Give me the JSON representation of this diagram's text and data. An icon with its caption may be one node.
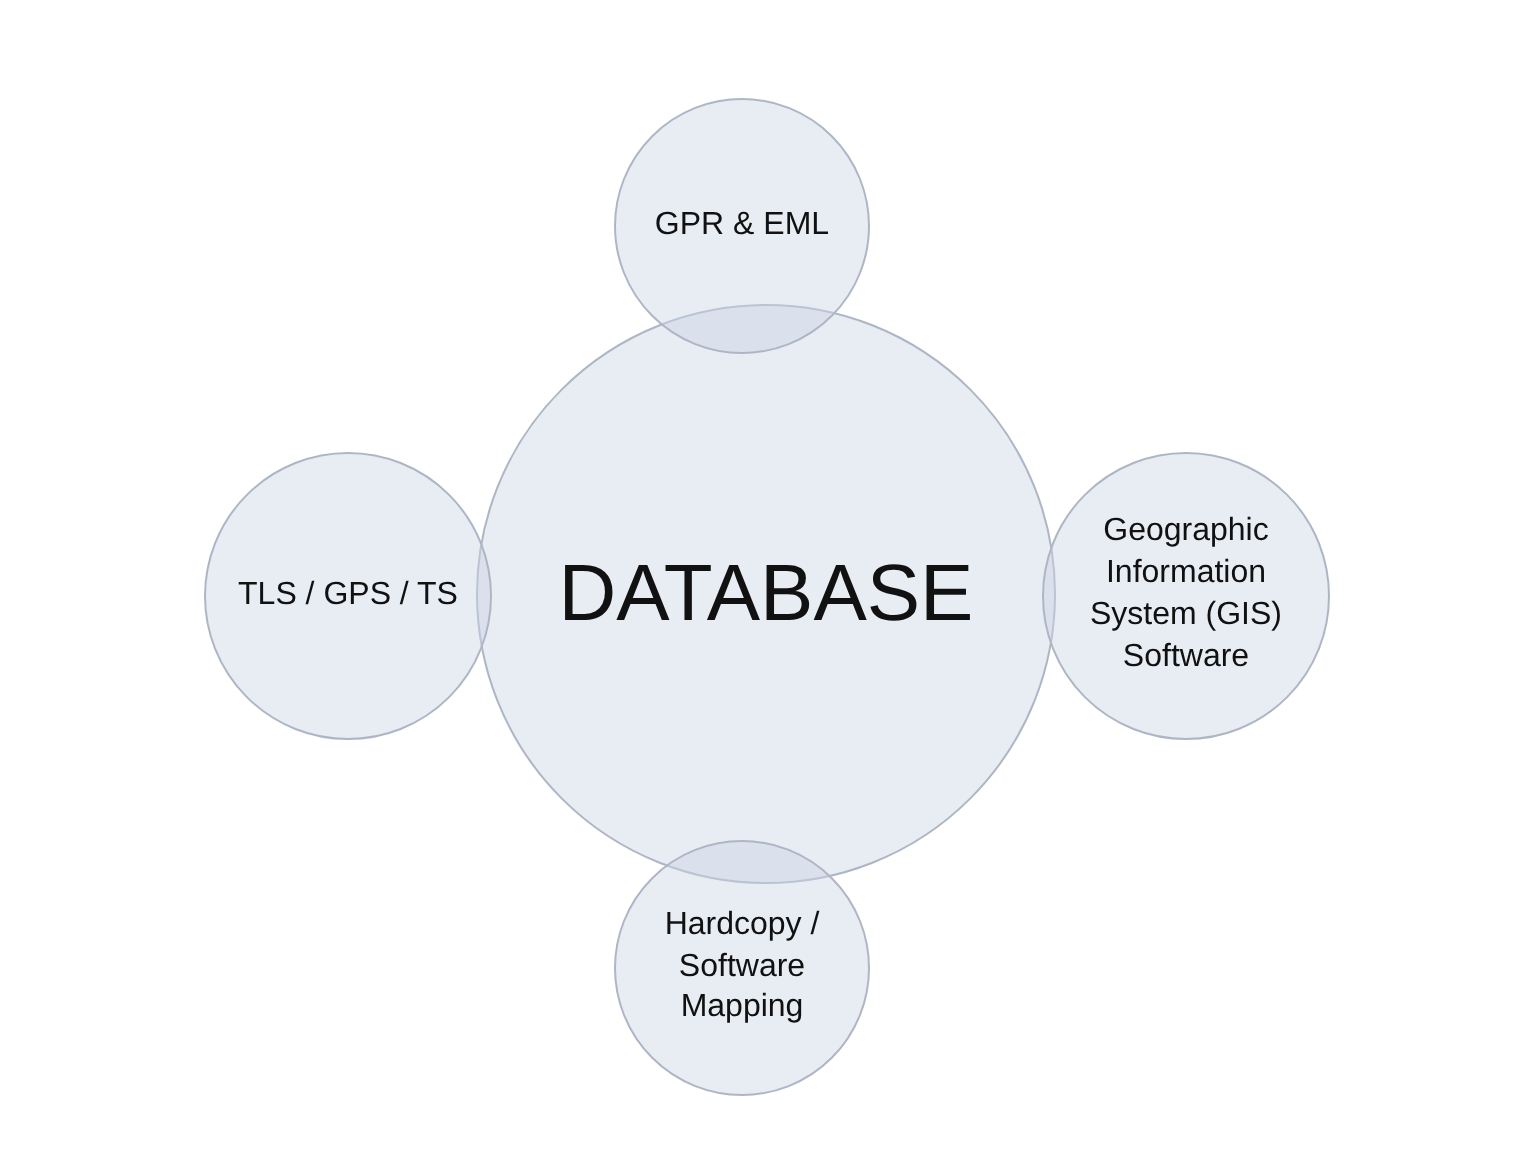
{
  "diagram": {
    "nodes": [
      {
        "text": [
          "GPR & EML"
        ]
      },
      {
        "text": [
          "TLS / GPS / TS"
        ]
      },
      {
        "text": [
          "DATABASE"
        ]
      },
      {
        "text": [
          "Geographic Information System (GIS) Software"
        ]
      },
      {
        "text": [
          "Hardcopy / Software Mapping"
        ]
      }
    ]
  }
}
